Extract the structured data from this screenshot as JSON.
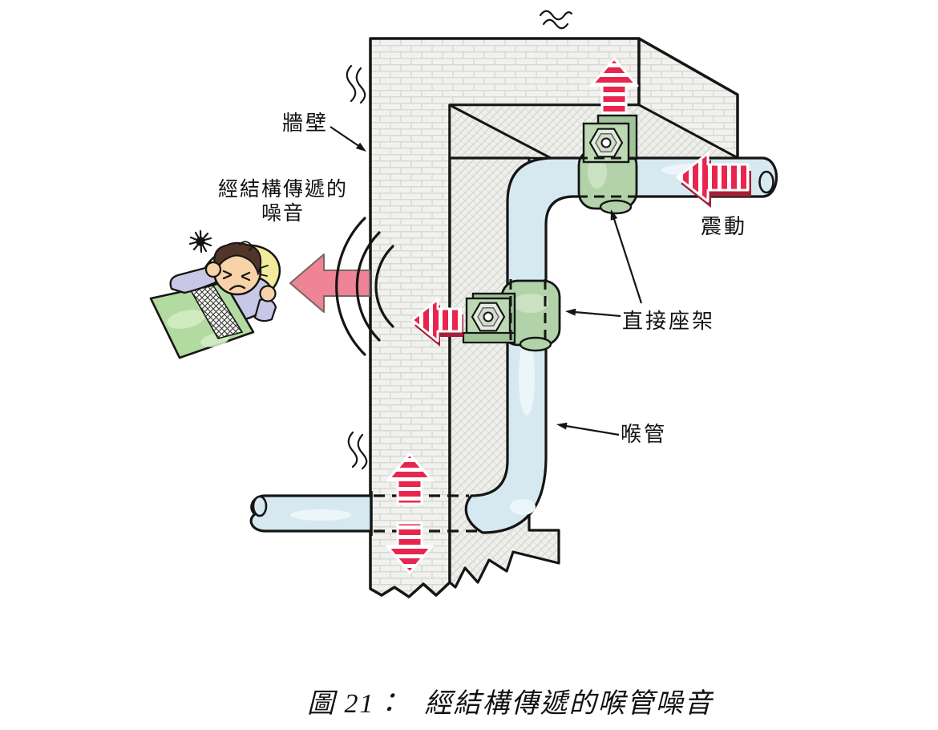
{
  "diagram": {
    "labels": {
      "wall": "牆壁",
      "noise_line1": "經結構傳遞的",
      "noise_line2": "噪音",
      "vibration": "震動",
      "direct_mount": "直接座架",
      "pipe": "喉管"
    },
    "caption": {
      "figure_no": "圖 21：",
      "text": "經結構傳遞的喉管噪音"
    },
    "icons": {
      "striped_arrow": "red-striped vibration arrow",
      "big_arrow": "pink noise arrow radiating left through wall",
      "sound_waves": "three black arcs",
      "squiggle": "vibration wavy marks",
      "annoyance_scribble": "black scribble above sleeper"
    },
    "colors": {
      "pipe": "#d6e9f1",
      "pipe_hl": "#ecf6fa",
      "clamp": "#b2d3aa",
      "clamp_plate": "#bcd9b4",
      "clamp_dark": "#9fc498",
      "nut": "#e4ecdf",
      "stripe_red": "#e8254e",
      "stripe_shadow": "#a51f38",
      "big_arrow": "#ef8496",
      "brick_bg": "#f1f1ef",
      "brick_line": "#d9d9d3",
      "hatch_bg": "#efefeb",
      "hatch_line": "#d7d7d0",
      "outline": "#151515",
      "skin": "#f8d2a8",
      "hair": "#503528",
      "pillow": "#f2eb9e",
      "blanket": "#b2dba0",
      "blanket_hl": "#d2ecc2",
      "pajama": "#c9c7e6"
    }
  }
}
